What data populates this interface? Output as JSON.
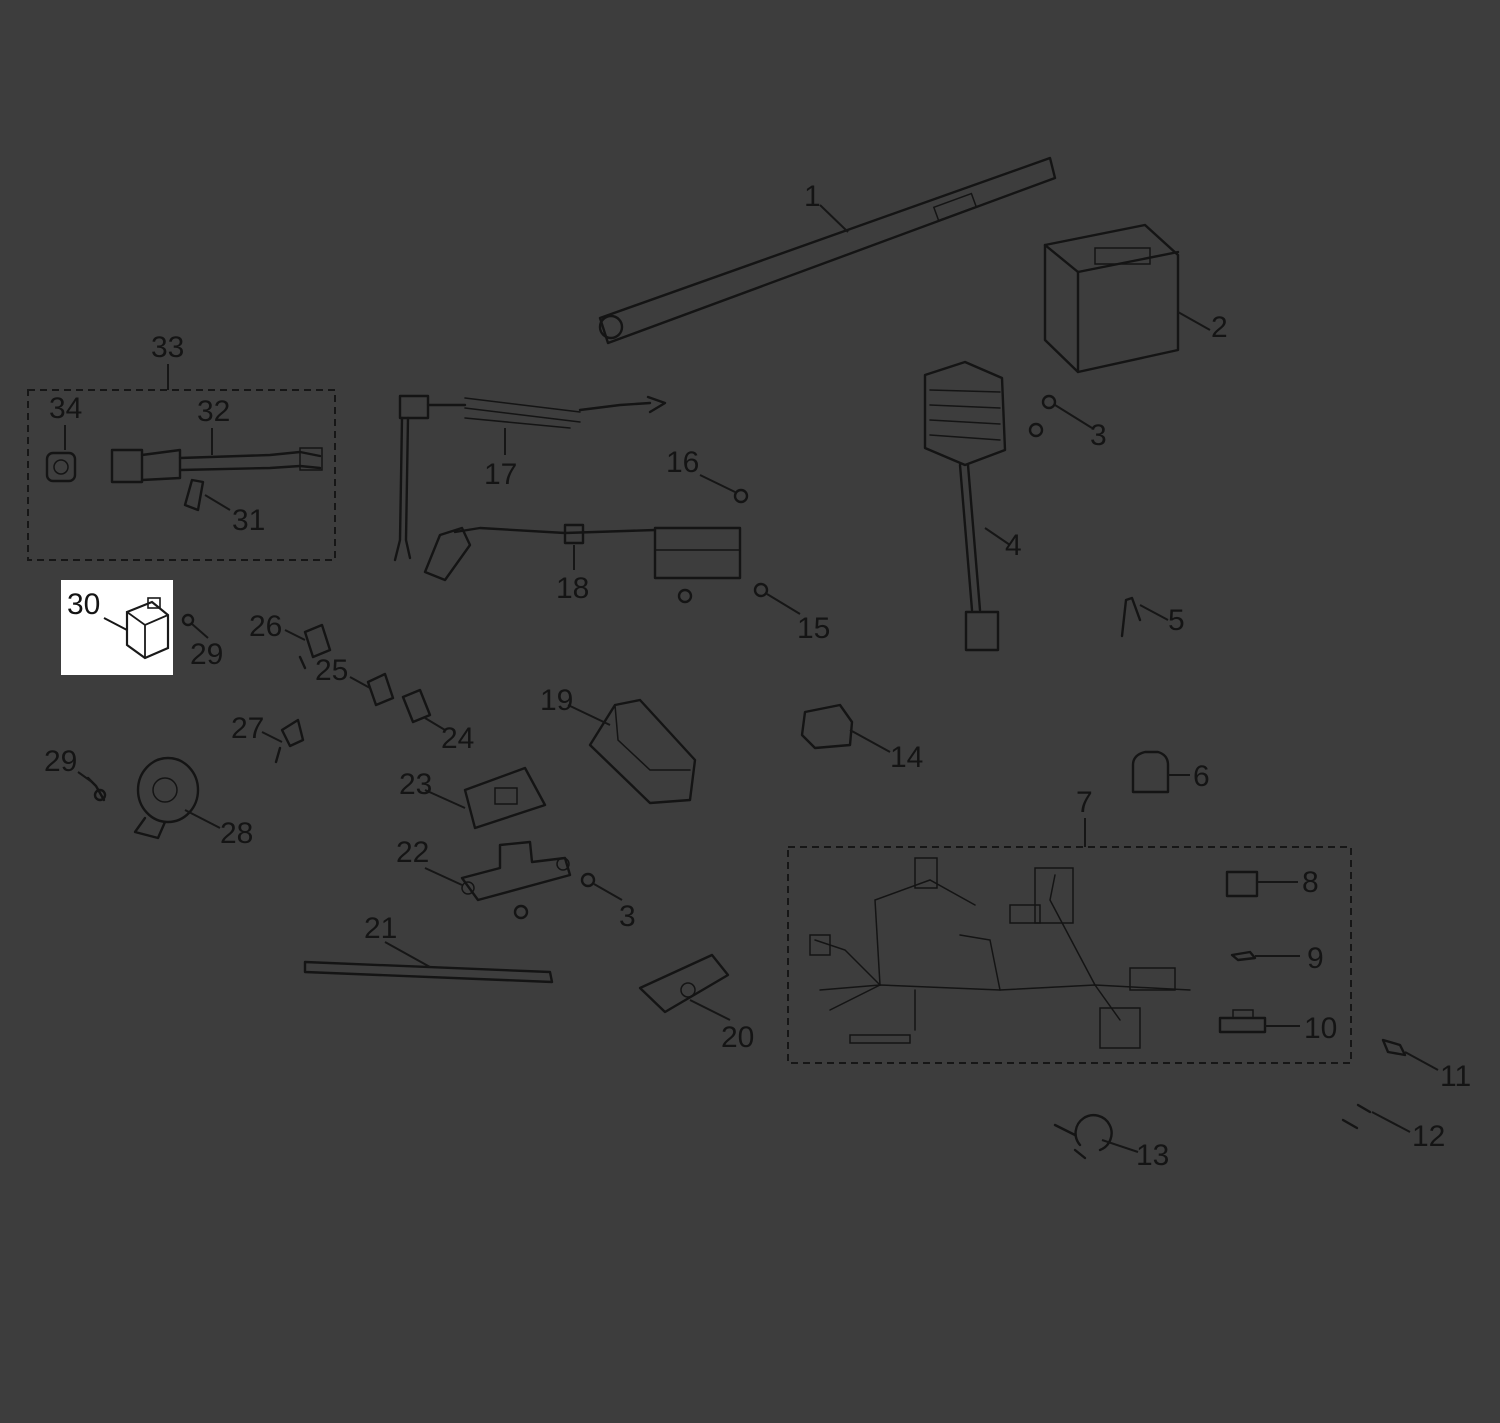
{
  "diagram": {
    "background": "#3d3d3d",
    "line_color": "#141414",
    "highlight_color": "#ffffff",
    "selected_callout": "30",
    "callouts": {
      "c1": "1",
      "c2": "2",
      "c3a": "3",
      "c3b": "3",
      "c4": "4",
      "c5": "5",
      "c6": "6",
      "c7": "7",
      "c8": "8",
      "c9": "9",
      "c10": "10",
      "c11": "11",
      "c12": "12",
      "c13": "13",
      "c14": "14",
      "c15": "15",
      "c16": "16",
      "c17": "17",
      "c18": "18",
      "c19": "19",
      "c20": "20",
      "c21": "21",
      "c22": "22",
      "c23": "23",
      "c24": "24",
      "c25": "25",
      "c26": "26",
      "c27": "27",
      "c28": "28",
      "c29a": "29",
      "c29b": "29",
      "c30": "30",
      "c31": "31",
      "c32": "32",
      "c33": "33",
      "c34": "34"
    }
  }
}
